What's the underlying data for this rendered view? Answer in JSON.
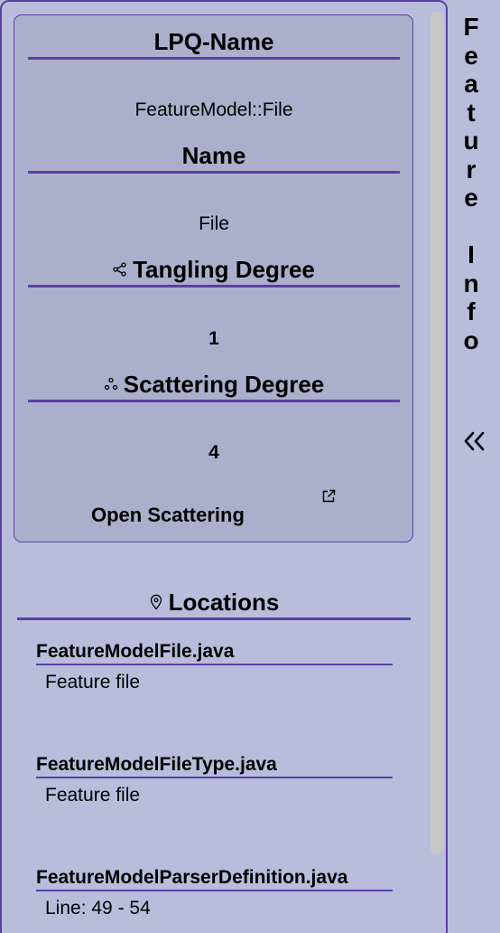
{
  "feature_info": {
    "lpq_name_header": "LPQ-Name",
    "lpq_name_value": "FeatureModel::File",
    "name_header": "Name",
    "name_value": "File",
    "tangling_header": "Tangling Degree",
    "tangling_value": "1",
    "scattering_header": "Scattering Degree",
    "scattering_value": "4",
    "open_scattering_label": "Open Scattering"
  },
  "locations": {
    "header": "Locations",
    "items": [
      {
        "file": "FeatureModelFile.java",
        "desc": "Feature file"
      },
      {
        "file": "FeatureModelFileType.java",
        "desc": "Feature file"
      },
      {
        "file": "FeatureModelParserDefinition.java",
        "desc": "Line: 49 - 54"
      }
    ]
  },
  "side_tab": {
    "title_letters": "F\ne\na\nt\nu\nr\ne\n \nI\nn\nf\no"
  },
  "colors": {
    "panel_bg": "#b9bcdb",
    "card_bg": "#acafcc",
    "accent": "#5b3fa3",
    "scrollbar": "#c8c8c8"
  },
  "icons": {
    "tangling": "share-nodes-icon",
    "scattering": "scatter-dots-icon",
    "open_external": "external-link-icon",
    "locations": "map-pin-icon",
    "collapse": "double-chevron-left-icon"
  }
}
